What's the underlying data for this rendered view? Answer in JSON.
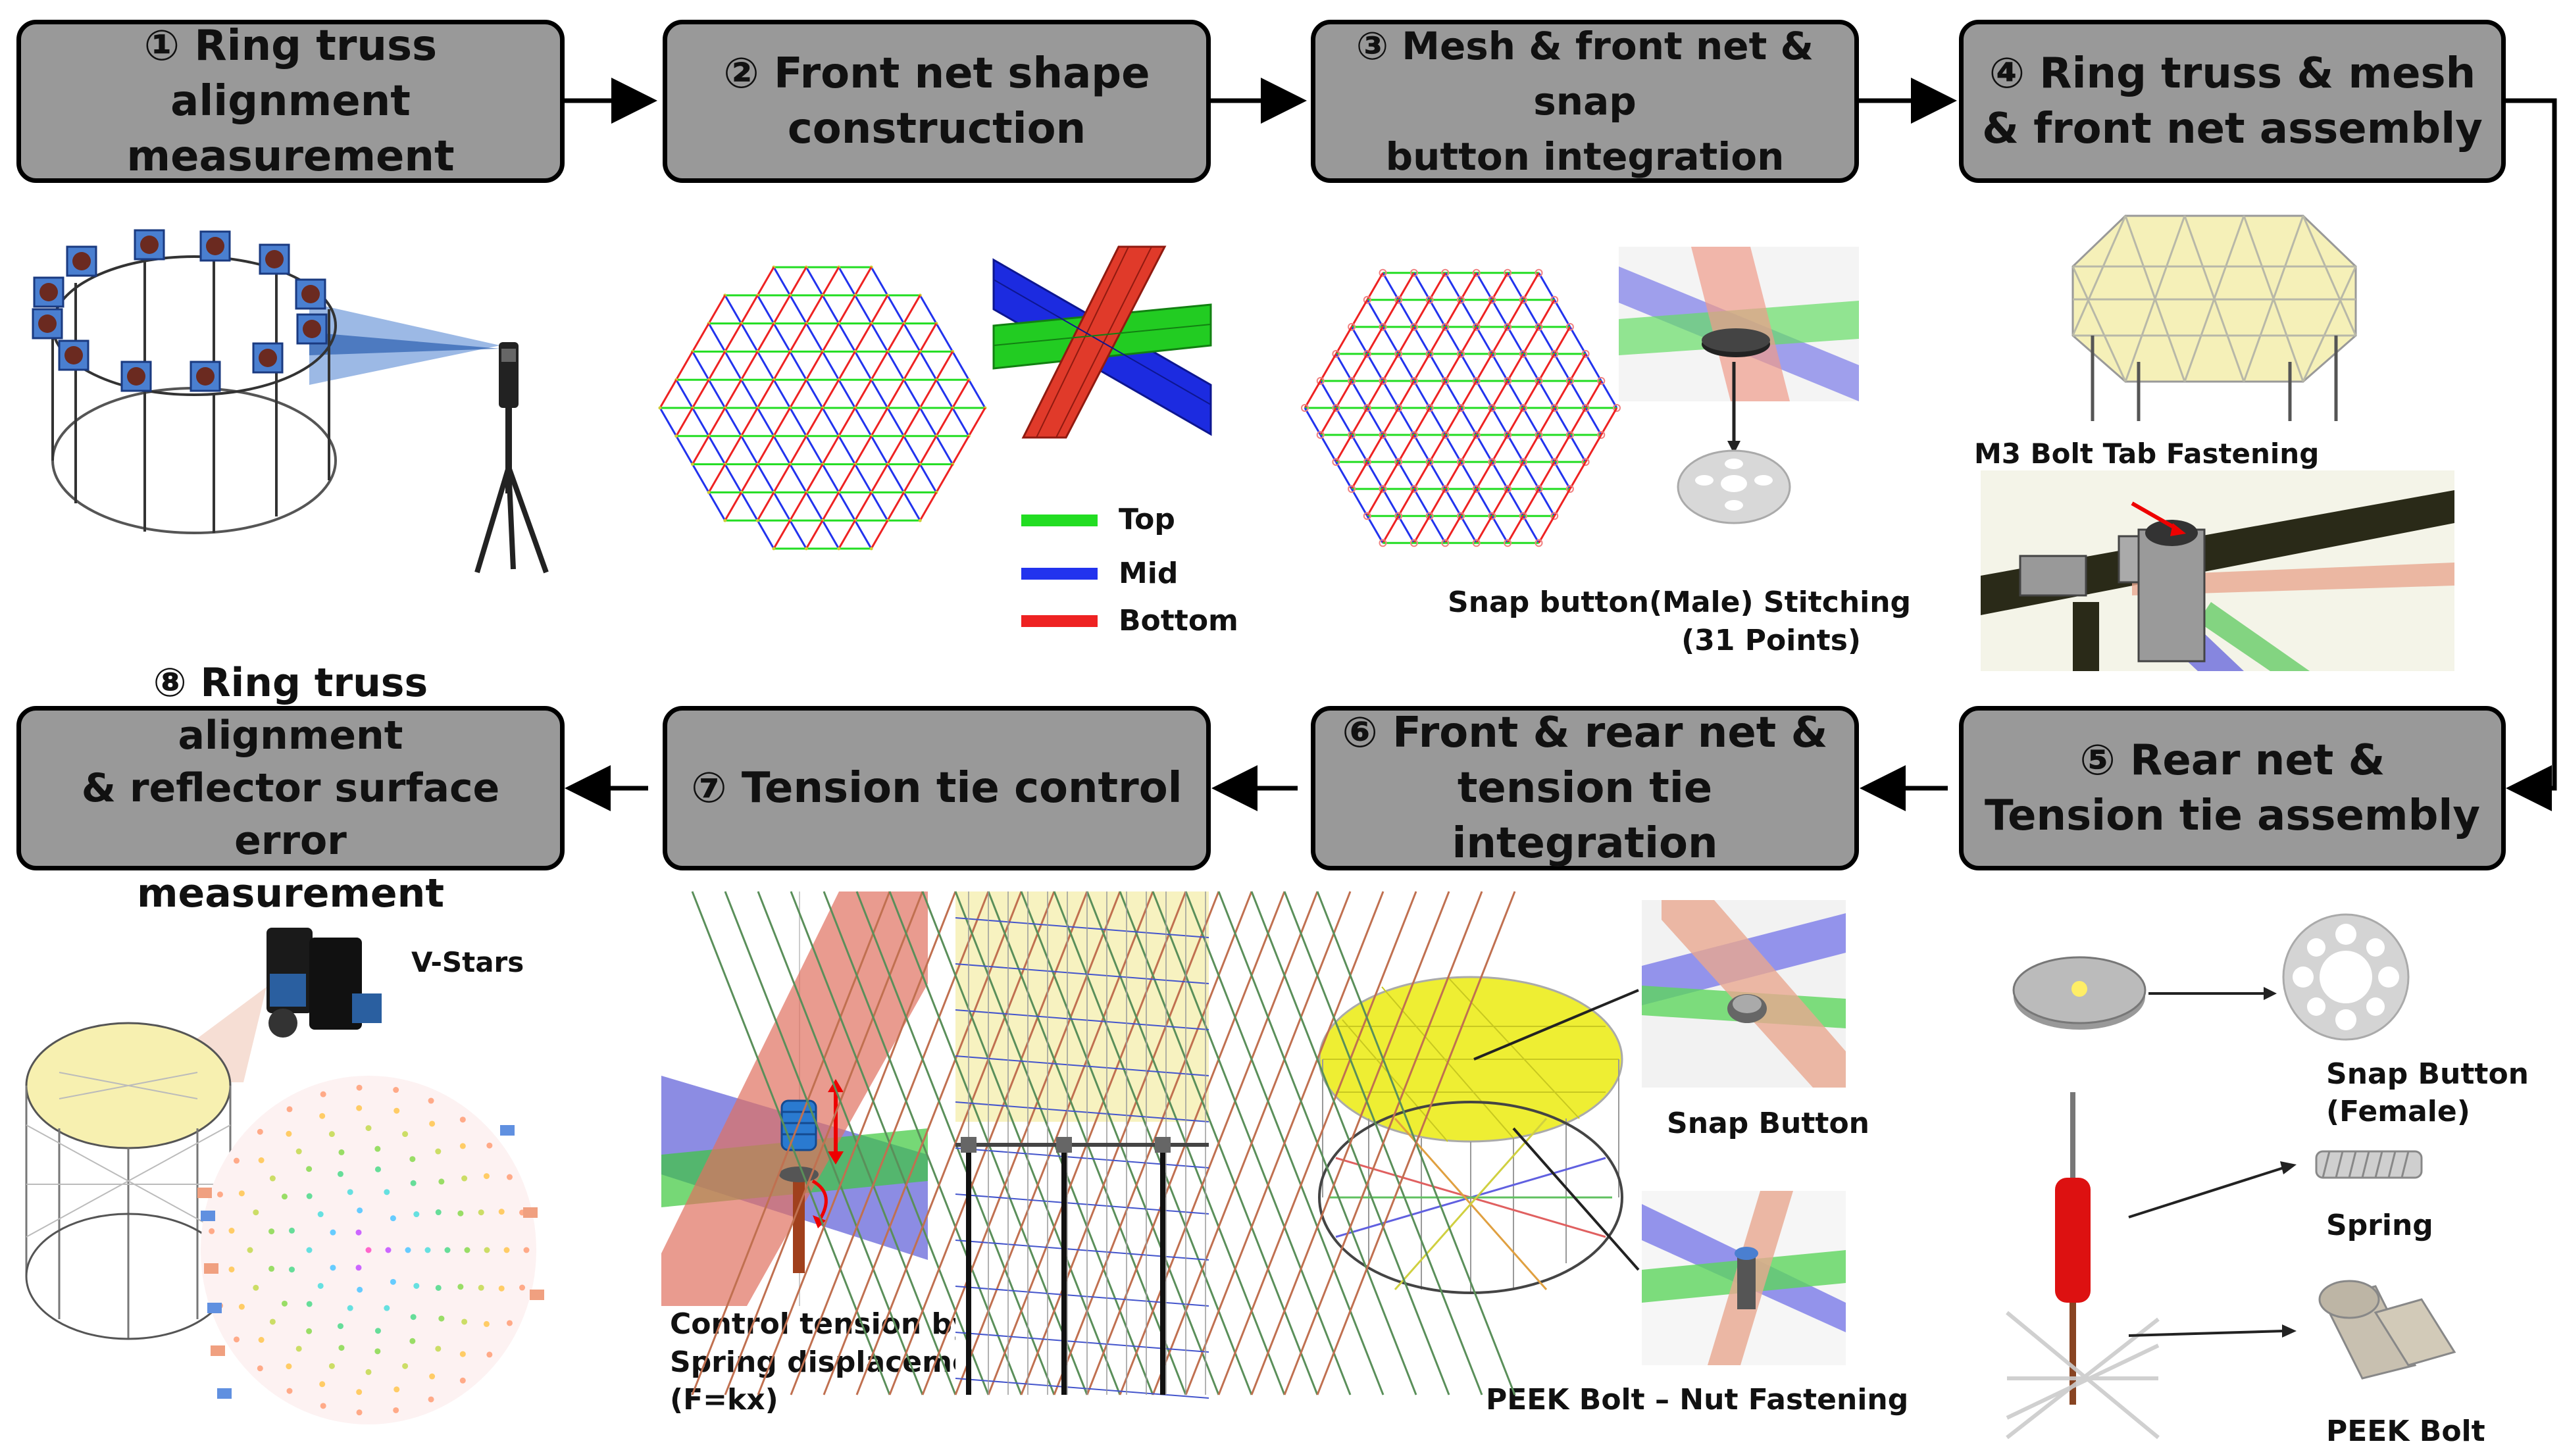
{
  "steps": [
    {
      "line1": "① Ring truss alignment",
      "line2": "measurement",
      "line3": ""
    },
    {
      "line1": "② Front net shape",
      "line2": "construction",
      "line3": ""
    },
    {
      "line1": "③ Mesh & front net & snap",
      "line2": "button integration",
      "line3": ""
    },
    {
      "line1": "④ Ring truss & mesh",
      "line2": "& front net assembly",
      "line3": ""
    },
    {
      "line1": "⑤ Rear net &",
      "line2": "Tension tie assembly",
      "line3": ""
    },
    {
      "line1": "⑥ Front & rear net &",
      "line2": "tension tie integration",
      "line3": ""
    },
    {
      "line1": "⑦ Tension tie control",
      "line2": "",
      "line3": ""
    },
    {
      "line1": "⑧ Ring truss alignment",
      "line2": "& reflector surface error",
      "line3": "measurement"
    }
  ],
  "legend": {
    "top": "Top",
    "mid": "Mid",
    "bottom": "Bottom"
  },
  "colors": {
    "top": "#22dd22",
    "mid": "#2233ee",
    "bottom": "#ee2222",
    "box": "#999999"
  },
  "labels": {
    "snap_male_1": "Snap button(Male) Stitching",
    "snap_male_2": "(31 Points)",
    "m3_bolt": "M3 Bolt Tab Fastening",
    "snap_female_1": "Snap Button",
    "snap_female_2": "(Female)",
    "spring": "Spring",
    "peek_bolt": "PEEK Bolt",
    "snap_button": "Snap Button",
    "peek_nut": "PEEK Bolt – Nut Fastening",
    "control_1": "Control tension by",
    "control_2": "Spring displacement",
    "control_3": "(F=kx)",
    "vstars": "V-Stars"
  }
}
